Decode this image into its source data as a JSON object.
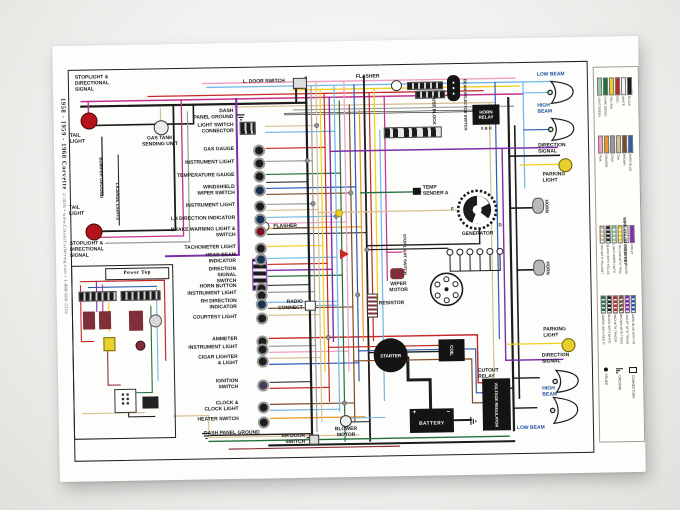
{
  "side": {
    "title": "1958 - 1959 - 1960 Corvette",
    "credit": "©2016 • www.ClassicCarWiring.com • 1-888-606-5319"
  },
  "labels": {
    "stoplight_directional": "STOPLIGHT &\nDIRECTIONAL\nSIGNAL",
    "tail_light": "TAIL\nLIGHT",
    "bumper_ground": "BUMPER GROUND",
    "license_lights": "LICENSE LIGHTS",
    "gas_tank": "GAS TANK\nSENDING UNIT",
    "dash_panel_ground": "DASH\nPANEL GROUND",
    "dash_panel_ground_b": "DASH PANEL GROUND",
    "light_switch_connector": "LIGHT SWITCH\nCONNECTOR",
    "gas_gauge": "GAS GAUGE",
    "instrument_light": "INSTRUMENT LIGHT",
    "temperature_gauge": "TEMPERATURE GAUGE",
    "windshield_wiper_switch": "WINDSHIELD\nWIPER SWITCH",
    "lh_direction_indicator": "LH DIRECTION INDICATOR",
    "brake_warning": "BRAKE WARNING LIGHT &\nSWITCH",
    "tachometer_light": "TACHOMETER LIGHT",
    "head_beam_indicator": "HEAD BEAM\nINDICATOR",
    "flasher": "FLASHER",
    "direction_signal_switch": "DIRECTION\nSIGNAL\nSWITCH",
    "horn_button": "HORN BUTTON",
    "rh_direction_indicator": "RH DIRECTION\nINDICATOR",
    "courtesy_light": "COURTESY LIGHT",
    "radio_connect": "RADIO\nCONNECT",
    "ammeter": "AMMETER",
    "cigar_lighter": "CIGAR LIGHTER\n& LIGHT",
    "ignition_switch": "IGNITION\nSWITCH",
    "clock": "CLOCK &\nCLOCK LIGHT",
    "heater_switch": "HEATER SWITCH",
    "rh_door_switch": "RH DOOR\nSWITCH",
    "l_door_switch": "L. DOOR SWITCH",
    "power_top": "Power Top",
    "fuse_block": "FUSE BLOCK",
    "beam_selector": "BEAM SELECTOR SWITCH",
    "horn_relay": "HORN\nRELAY",
    "horn_relay_terminals": "S   B   H",
    "low_beam": "LOW BEAM",
    "high_beam": "HIGH\nBEAM",
    "direction_signal": "DIRECTION\nSIGNAL",
    "parking_light": "PARKING\nLIGHT",
    "horn": "HORN",
    "temp_sender": "TEMP\nSENDER A",
    "generator": "GENERATOR",
    "term_f": "F",
    "term_d": "D",
    "stop_light_switch": "STOP LIGHT SWITCH",
    "wiper_motor": "WIPER\nMOTOR",
    "resistor": "RESISTOR",
    "starter": "STARTER",
    "coil": "COIL",
    "cutout_relay": "CUTOUT\nRELAY",
    "voltage_regulator": "VOLTAGE REGULATOR",
    "battery": "BATTERY",
    "plus": "+",
    "minus": "−",
    "blower_motor": "BLOWER\nMOTOR"
  },
  "key": {
    "title": "WIRE COLOR CODE KEY",
    "groups": [
      {
        "items": [
          {
            "label": "LIGHT GREEN",
            "color": "#8fcf9a"
          },
          {
            "label": "DARK GREEN",
            "color": "#20713c"
          },
          {
            "label": "YELLOW",
            "color": "#efcf1f"
          },
          {
            "label": "RED",
            "color": "#c62828"
          },
          {
            "label": "WHITE",
            "color": "#f5f5f5"
          },
          {
            "label": "BLACK",
            "color": "#1c1c1c"
          }
        ]
      },
      {
        "items": [
          {
            "label": "PINK",
            "color": "#ef9fc4"
          },
          {
            "label": "ORANGE",
            "color": "#ef9420"
          },
          {
            "label": "GRAY",
            "color": "#9b9b9b"
          },
          {
            "label": "TAN",
            "color": "#d7c196"
          },
          {
            "label": "BROWN",
            "color": "#7c4b26"
          },
          {
            "label": "DARK BLUE",
            "color": "#2f5bb0"
          }
        ]
      },
      {
        "items": [
          {
            "label": "TAN WITH YELLOW TRACER",
            "color": "#d7c196",
            "tracer": true
          },
          {
            "label": "BLACK WITH YELLOW TRACER",
            "color": "#1c1c1c",
            "tracer": true
          },
          {
            "label": "LIGHT GREEN WITH TRACER",
            "color": "#8fcf9a",
            "tracer": true
          },
          {
            "label": "YELLOW WITH TRACER",
            "color": "#efcf1f",
            "tracer": true
          },
          {
            "label": "WHITE WITH TRACER",
            "color": "#e8e8e8",
            "tracer": true
          },
          {
            "label": "VIOLET",
            "color": "#8a27b8"
          }
        ]
      },
      {
        "items": [
          {
            "label": "GREEN WITH RED TRACER",
            "color": "#20713c",
            "tracer": true
          },
          {
            "label": "BLACK WITH WHITE TRACER",
            "color": "#1c1c1c",
            "tracer": true
          },
          {
            "label": "RED WITH TRACER",
            "color": "#c62828",
            "tracer": true
          },
          {
            "label": "BROWN WITH TRACER",
            "color": "#7c4b26",
            "tracer": true
          },
          {
            "label": "VIOLET WITH TRACER",
            "color": "#8a27b8",
            "tracer": true
          },
          {
            "label": "DARK BLUE WITH TRACER",
            "color": "#2f5bb0",
            "tracer": true
          }
        ]
      }
    ],
    "symbols": [
      {
        "label": "SPLICE"
      },
      {
        "label": "GROUND"
      },
      {
        "label": "CONNECTORS"
      }
    ]
  },
  "palette": {
    "poster_bg": "#fdfdfb",
    "frame": "#1e1e1e",
    "tail_light_red": "#b5121b",
    "parking_amber": "#e6cf2c",
    "component_black": "#141414",
    "maroon": "#7e2f38",
    "violet": "#7b2fa8",
    "magenta": "#c2318f"
  }
}
